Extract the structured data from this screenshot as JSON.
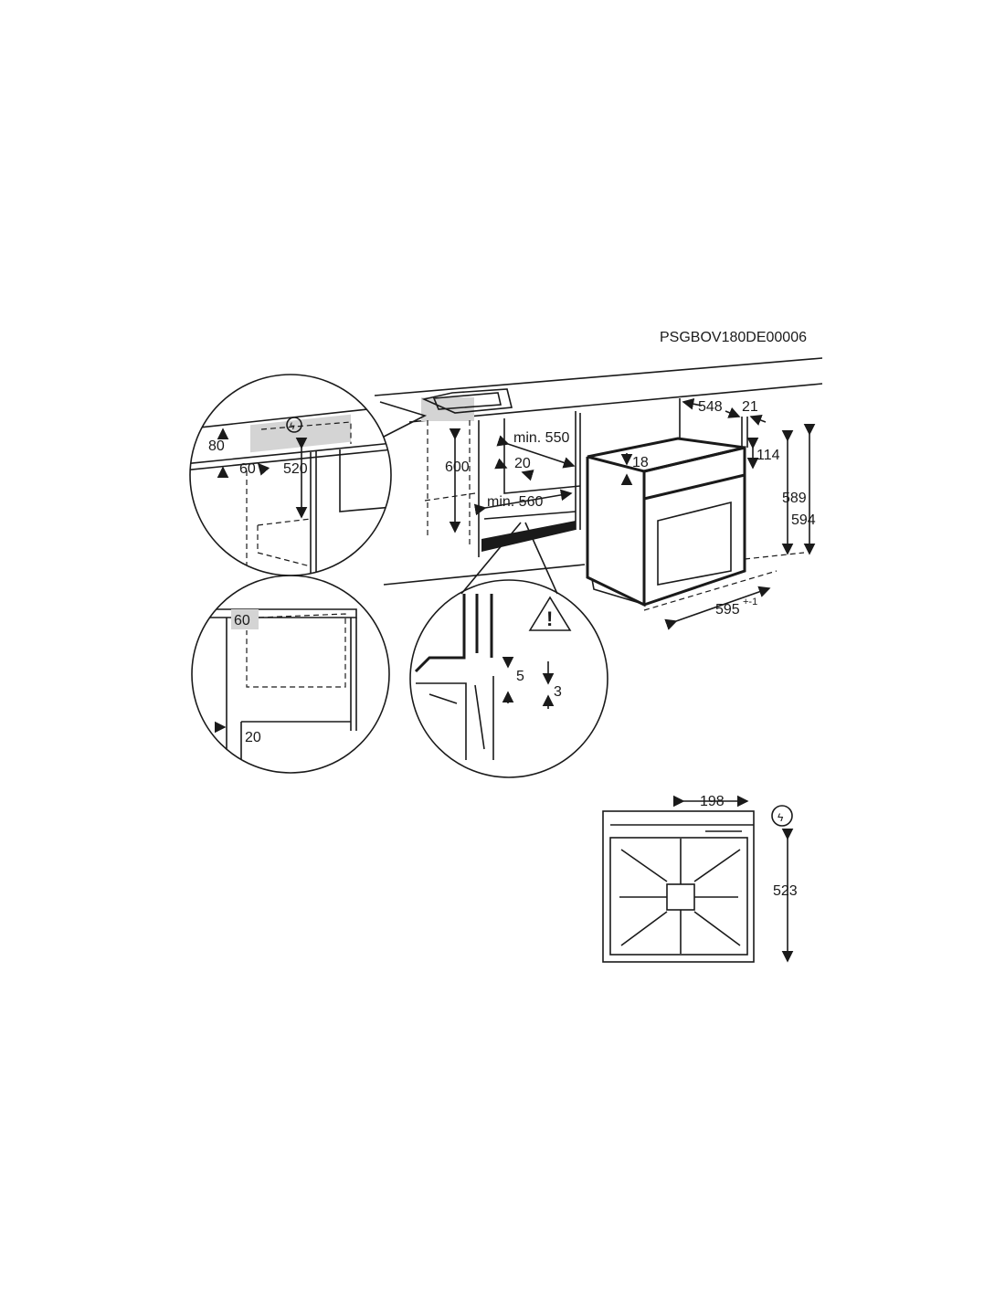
{
  "drawing_code": "PSGBOV180DE00006",
  "detail_socket": {
    "height_80": "80",
    "depth_60": "60",
    "height_520": "520"
  },
  "cabinet": {
    "height_600": "600",
    "min_550": "min. 550",
    "gap_20": "20",
    "min_560": "min. 560"
  },
  "oven": {
    "depth_548": "548",
    "front_21": "21",
    "top_18": "18",
    "panel_114": "114",
    "height_589": "589",
    "height_594": "594",
    "width_595": "595",
    "width_tol": "+-1"
  },
  "detail_side": {
    "depth_60": "60",
    "gap_20": "20"
  },
  "detail_floor": {
    "gap_5": "5",
    "gap_3": "3"
  },
  "rear_view": {
    "offset_198": "198",
    "height_523": "523"
  }
}
